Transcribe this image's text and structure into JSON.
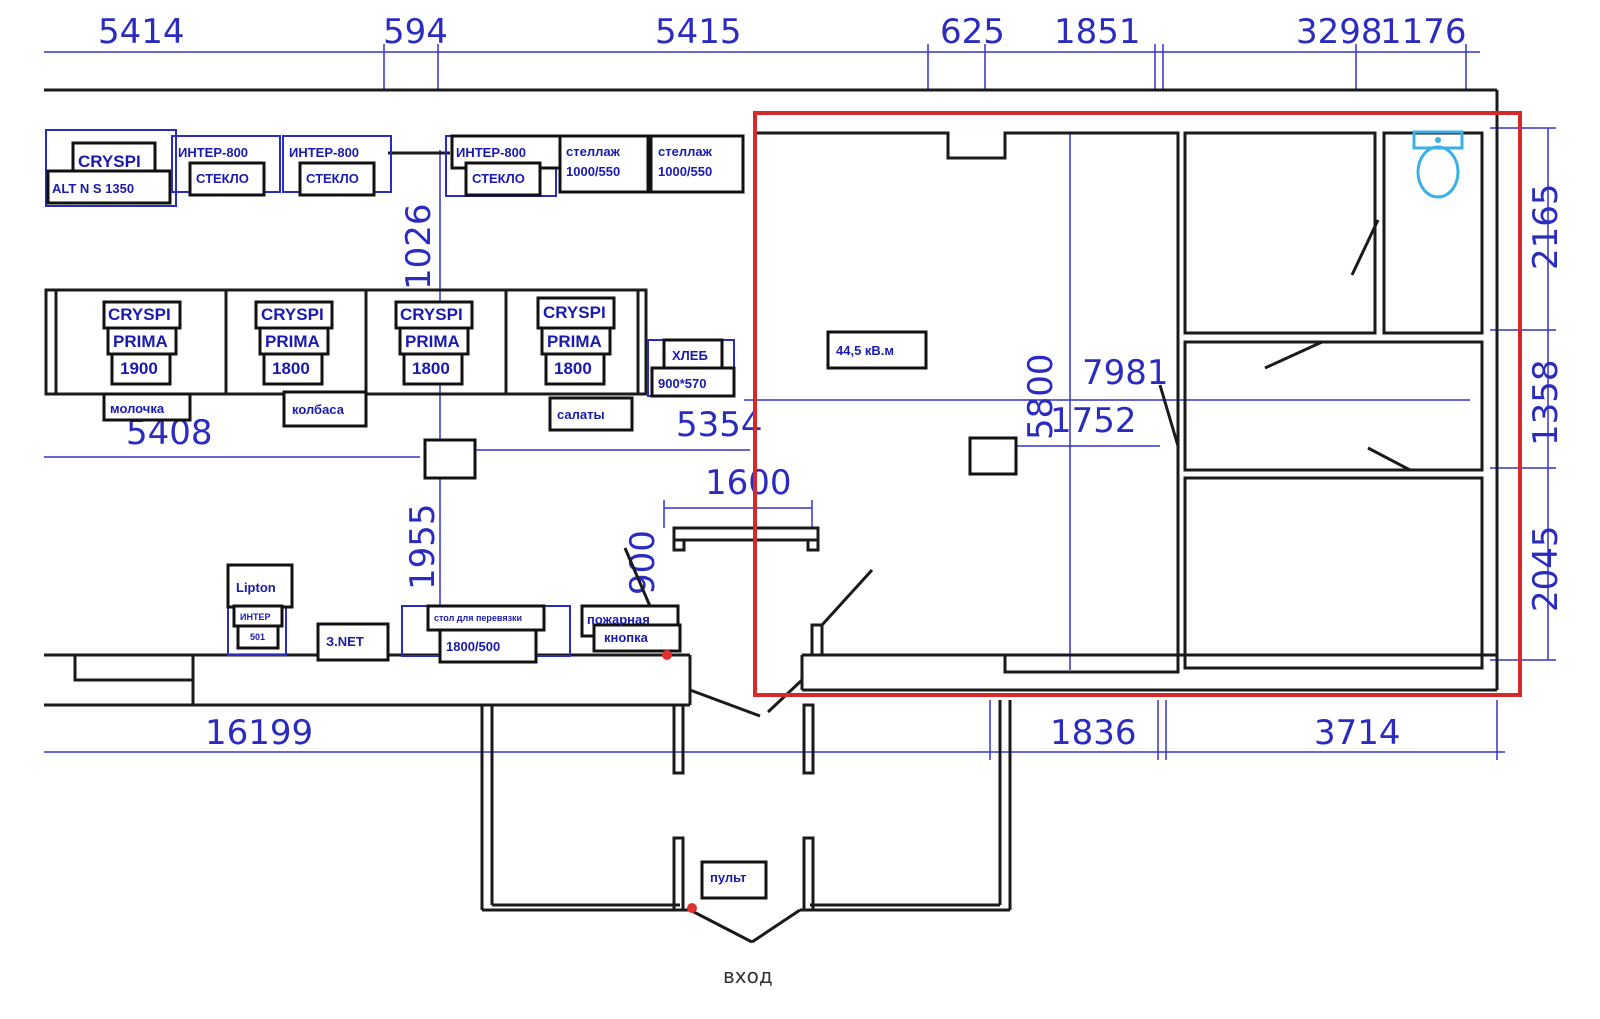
{
  "dimensions": {
    "top": [
      "5414",
      "594",
      "5415",
      "625",
      "1851",
      "3298",
      "1176"
    ],
    "right": [
      "2165",
      "1358",
      "2045"
    ],
    "bottom": [
      "16199",
      "1836",
      "3714"
    ],
    "interior": [
      "1026",
      "5408",
      "5354",
      "1600",
      "1955",
      "900",
      "5800",
      "7981",
      "1752"
    ]
  },
  "labels": {
    "crysp_top": "CRYSPI",
    "alt": "ALT N S 1350",
    "inter_1": "ИНТЕР-800",
    "inter_2": "ИНТЕР-800",
    "inter_3": "ИНТЕР-800",
    "steklo_1": "СТЕКЛО",
    "steklo_2": "СТЕКЛО",
    "steklo_3": "СТЕКЛО",
    "stellazh_1": "стеллаж",
    "stellazh_1_size": "1000/550",
    "stellazh_2": "стеллаж",
    "stellazh_2_size": "1000/550",
    "cryspi_1": "CRYSPI",
    "prima_1": "PRIMA",
    "len_1": "1900",
    "cryspi_2": "CRYSPI",
    "prima_2": "PRIMA",
    "len_2": "1800",
    "cryspi_3": "CRYSPI",
    "prima_3": "PRIMA",
    "len_3": "1800",
    "cryspi_4": "CRYSPI",
    "prima_4": "PRIMA",
    "len_4": "1800",
    "moloчка": "молочка",
    "kolbasa": "колбаса",
    "salaty": "салаты",
    "hleb": "ХЛЕБ",
    "hleb_size": "900*570",
    "area": "44,5 кВ.м",
    "lipton": "Lipton",
    "inter_small": "ИНТЕР",
    "inter_small_num": "501",
    "zanet": "З.NET",
    "counter_top": "стол для перевязки",
    "counter_size": "1800/500",
    "pozharnaya": "пожарная",
    "knopka": "кнопка",
    "pult": "пульт",
    "vhod": "вход"
  },
  "colors": {
    "drawing_blue": "#2b2bbf",
    "highlight_red": "#d42a2a",
    "toilet_blue": "#3ab0e6"
  }
}
